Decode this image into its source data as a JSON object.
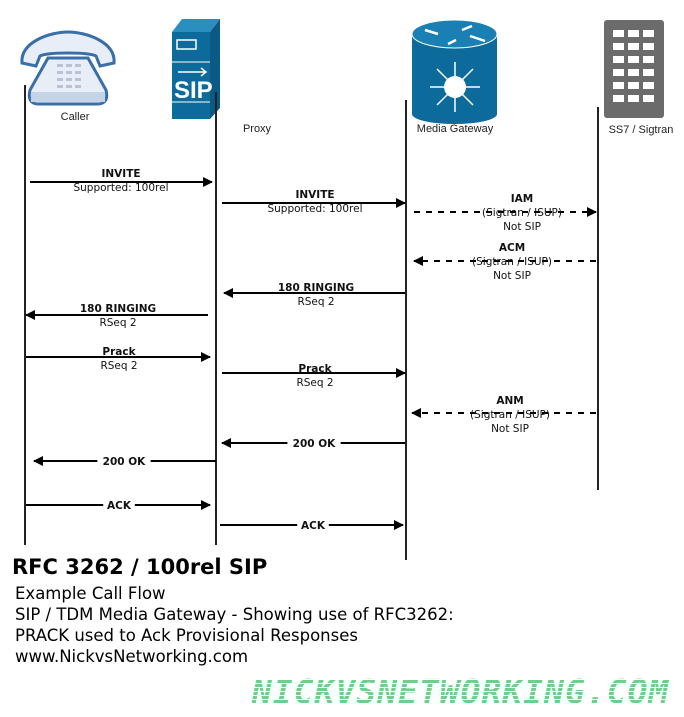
{
  "participants": [
    {
      "name": "Caller",
      "icon": "telephone-icon"
    },
    {
      "name": "Proxy",
      "icon": "sip-server-icon"
    },
    {
      "name": "Media Gateway",
      "icon": "router-icon"
    },
    {
      "name": "SS7 / Sigtran",
      "icon": "switch-icon"
    }
  ],
  "messages": [
    {
      "from": 0,
      "to": 1,
      "style": "solid",
      "lines": [
        "INVITE",
        "Supported: 100rel"
      ]
    },
    {
      "from": 1,
      "to": 2,
      "style": "solid",
      "lines": [
        "INVITE",
        "Supported: 100rel"
      ]
    },
    {
      "from": 2,
      "to": 3,
      "style": "dashed",
      "lines": [
        "IAM",
        "(Sigtran / ISUP)",
        "Not SIP"
      ]
    },
    {
      "from": 3,
      "to": 2,
      "style": "dashed",
      "lines": [
        "ACM",
        "(Sigtran / ISUP)",
        "Not SIP"
      ]
    },
    {
      "from": 2,
      "to": 1,
      "style": "solid",
      "lines": [
        "180 RINGING",
        "RSeq 2"
      ]
    },
    {
      "from": 1,
      "to": 0,
      "style": "solid",
      "lines": [
        "180 RINGING",
        "RSeq 2"
      ]
    },
    {
      "from": 0,
      "to": 1,
      "style": "solid",
      "lines": [
        "Prack",
        "RSeq 2"
      ]
    },
    {
      "from": 1,
      "to": 2,
      "style": "solid",
      "lines": [
        "Prack",
        "RSeq 2"
      ]
    },
    {
      "from": 3,
      "to": 2,
      "style": "dashed",
      "lines": [
        "ANM",
        "(Sigtran / ISUP)",
        "Not SIP"
      ]
    },
    {
      "from": 2,
      "to": 1,
      "style": "solid",
      "lines": [
        "200 OK"
      ]
    },
    {
      "from": 1,
      "to": 0,
      "style": "solid",
      "lines": [
        "200 OK"
      ]
    },
    {
      "from": 0,
      "to": 1,
      "style": "solid",
      "lines": [
        "ACK"
      ]
    },
    {
      "from": 1,
      "to": 2,
      "style": "solid",
      "lines": [
        "ACK"
      ]
    }
  ],
  "caption": {
    "title": "RFC 3262 / 100rel SIP",
    "lines": [
      "Example Call Flow",
      "SIP / TDM Media Gateway - Showing use of RFC3262:",
      "PRACK used to Ack Provisional Responses",
      "www.NickvsNetworking.com"
    ]
  },
  "logo": "NICKVSNETWORKING.COM",
  "colors": {
    "cisco_blue": "#0d6b9c",
    "phone_blue": "#3a6ea8",
    "switch_gray": "#6b6b6b",
    "logo_green": "#6ccf8a"
  }
}
